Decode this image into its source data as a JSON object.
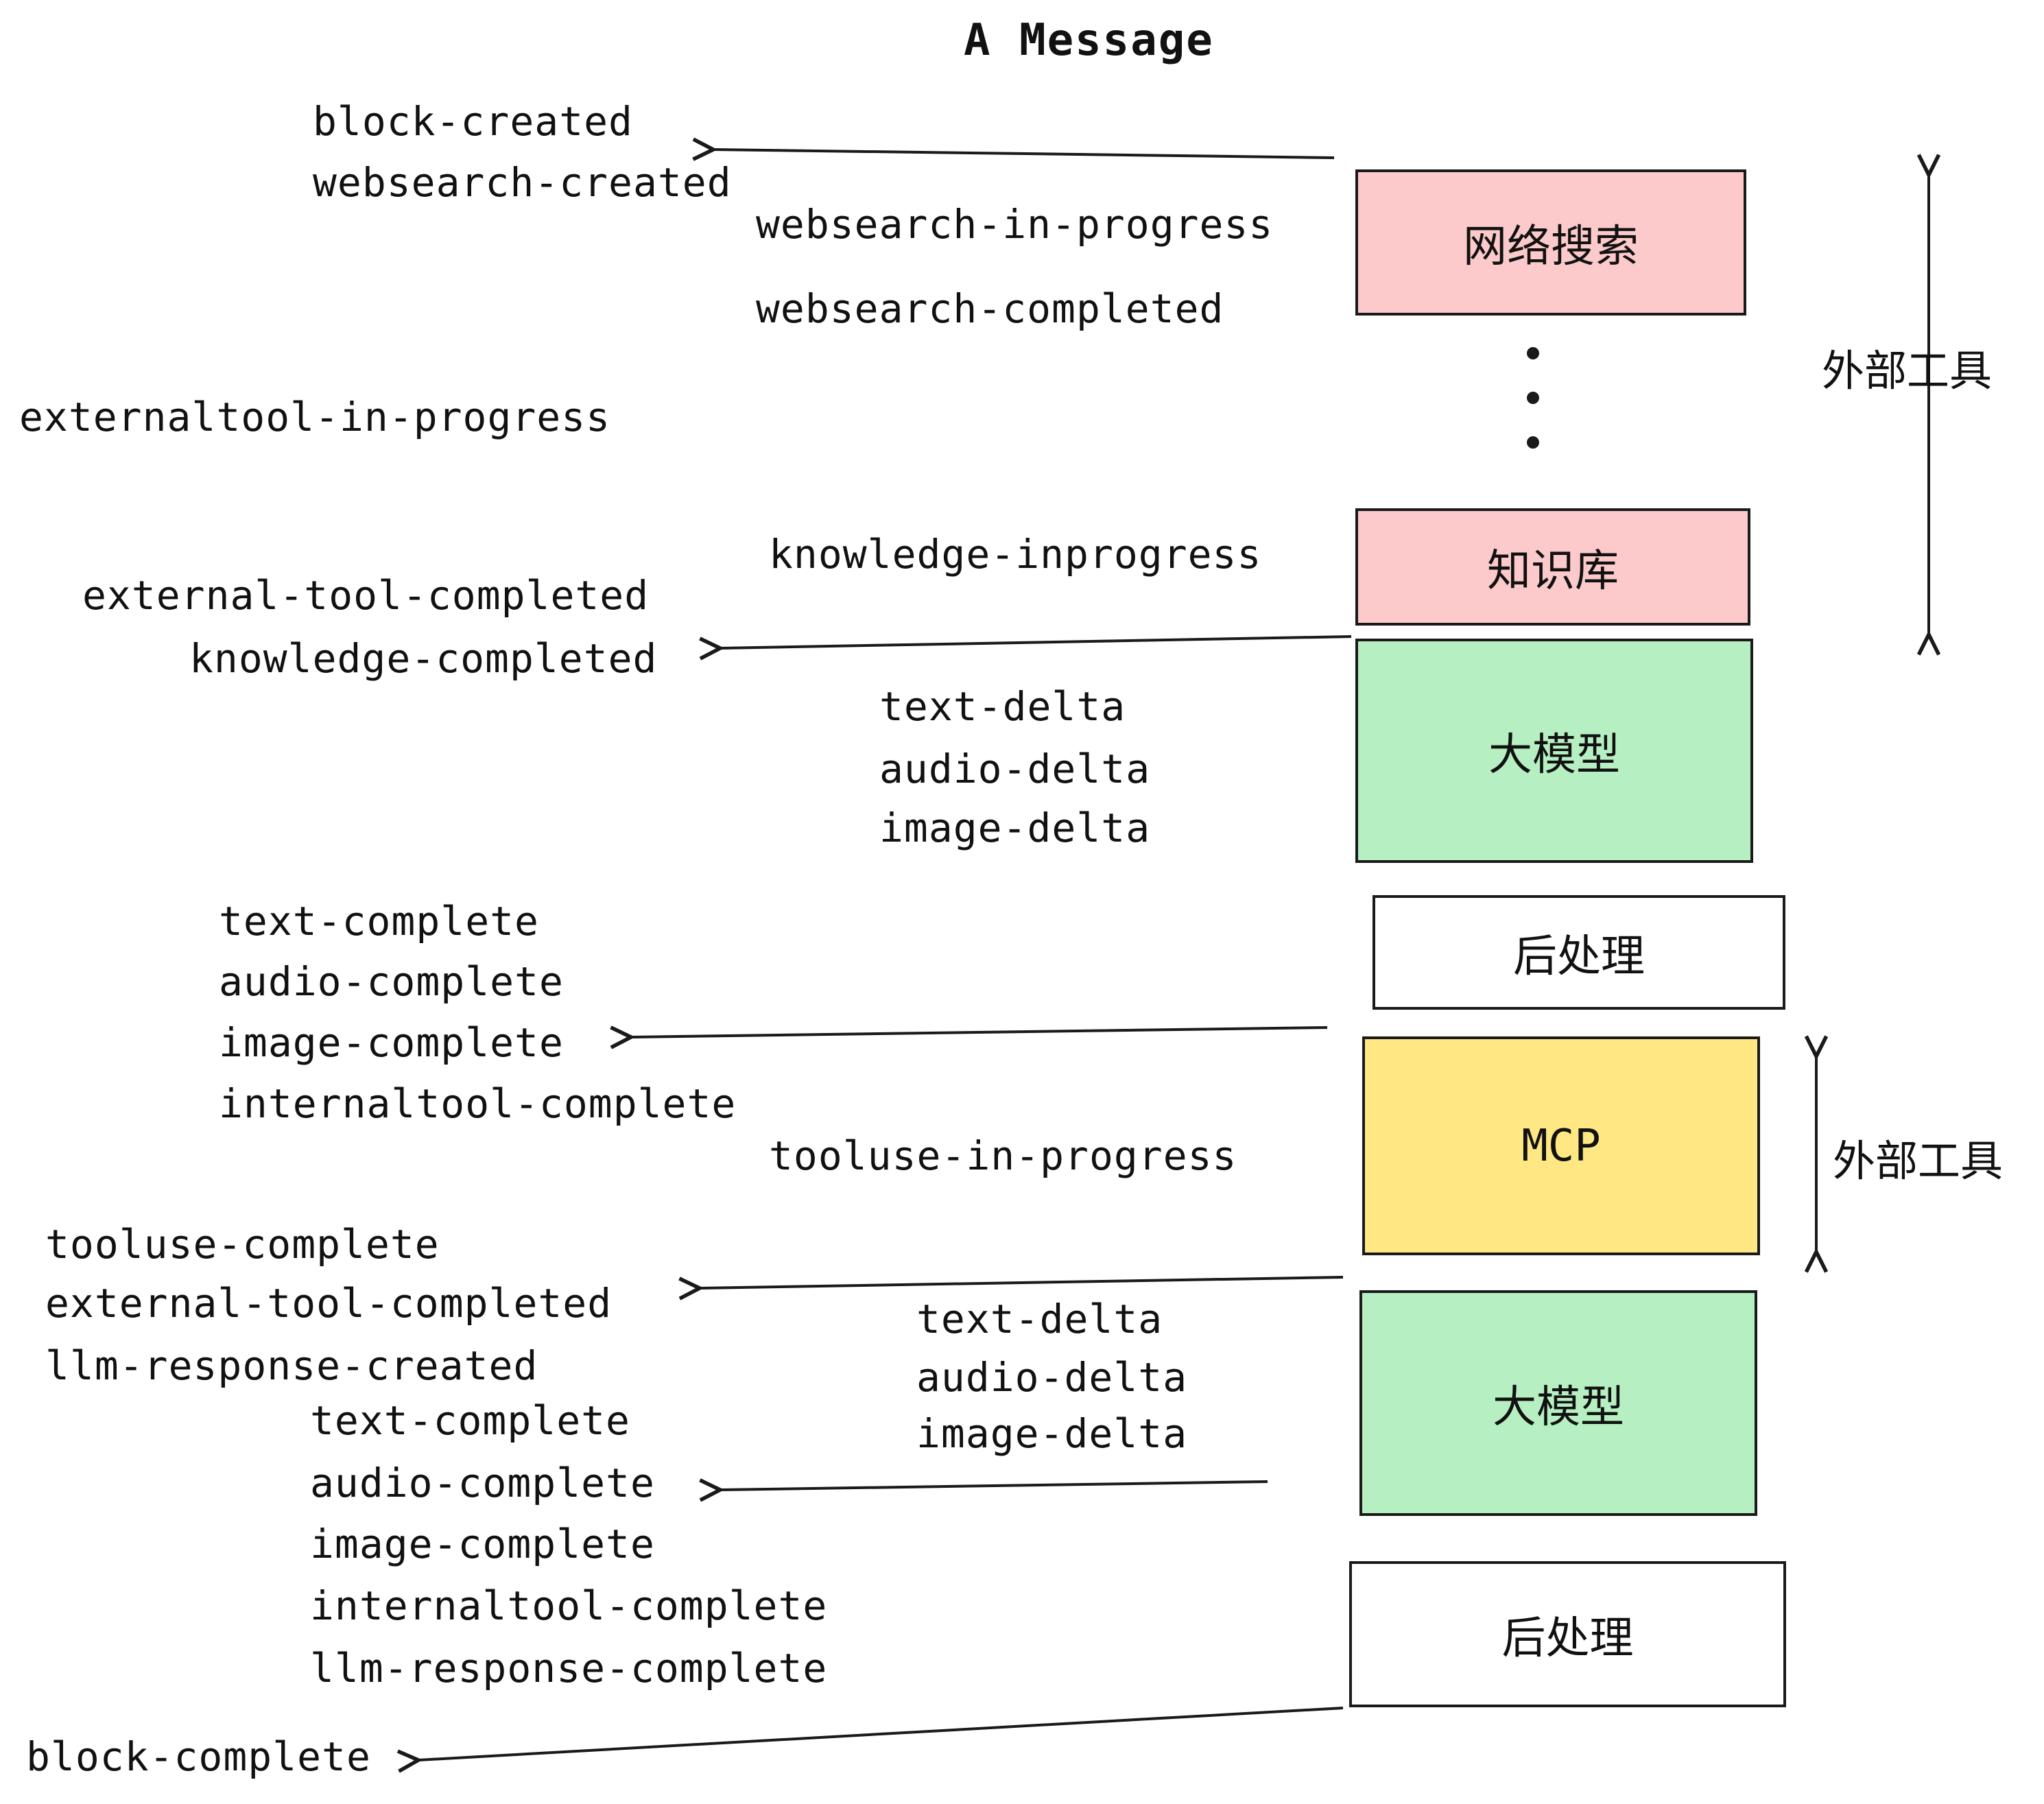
{
  "title": "A Message",
  "boxes": {
    "websearch": "网络搜索",
    "knowledge": "知识库",
    "llm1": "大模型",
    "post1": "后处理",
    "mcp": "MCP",
    "llm2": "大模型",
    "post2": "后处理"
  },
  "side_labels": {
    "external_tool_top": "外部工具",
    "external_tool_bottom": "外部工具"
  },
  "events": {
    "block_created": "block-created",
    "websearch_created": "websearch-created",
    "websearch_in_progress": "websearch-in-progress",
    "websearch_completed": "websearch-completed",
    "externaltool_in_progress": "externaltool-in-progress",
    "knowledge_inprogress": "knowledge-inprogress",
    "external_tool_completed_1": "external-tool-completed",
    "knowledge_completed": "knowledge-completed",
    "text_delta_1": "text-delta",
    "audio_delta_1": "audio-delta",
    "image_delta_1": "image-delta",
    "text_complete_1": "text-complete",
    "audio_complete_1": "audio-complete",
    "image_complete_1": "image-complete",
    "internaltool_complete_1": "internaltool-complete",
    "tooluse_in_progress": "tooluse-in-progress",
    "tooluse_complete": "tooluse-complete",
    "external_tool_completed_2": "external-tool-completed",
    "llm_response_created": "llm-response-created",
    "text_delta_2": "text-delta",
    "audio_delta_2": "audio-delta",
    "image_delta_2": "image-delta",
    "text_complete_2": "text-complete",
    "audio_complete_2": "audio-complete",
    "image_complete_2": "image-complete",
    "internaltool_complete_2": "internaltool-complete",
    "llm_response_complete": "llm-response-complete",
    "block_complete": "block-complete"
  },
  "colors": {
    "pink": "#fccaca",
    "green": "#b6f0c2",
    "yellow": "#ffe784",
    "white": "#ffffff",
    "stroke": "#1a1a1a"
  }
}
